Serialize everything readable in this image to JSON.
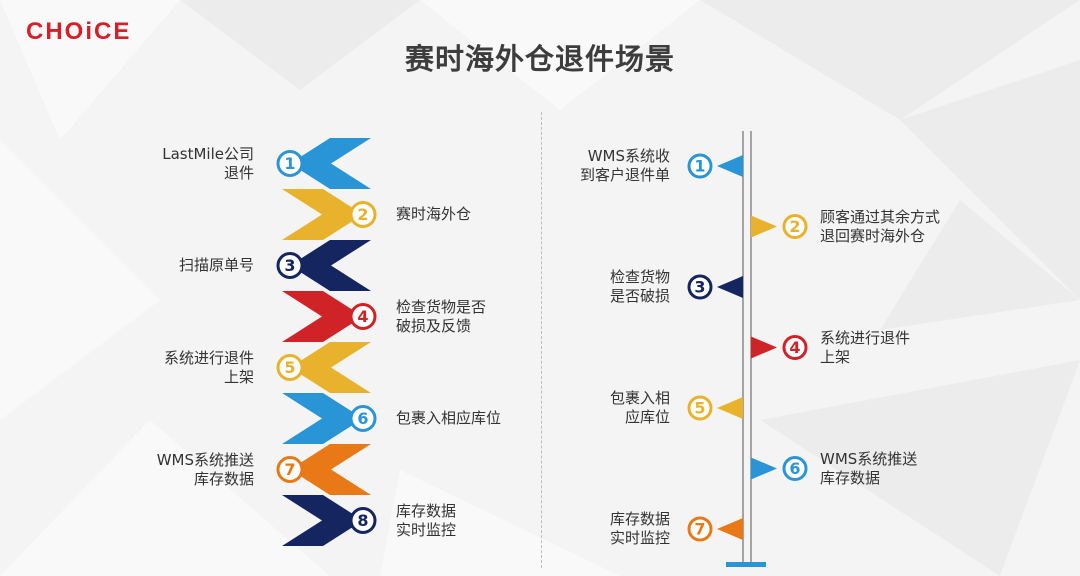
{
  "logo": "CHOiCE",
  "title": "赛时海外仓退件场景",
  "colors": {
    "blue": "#2a95d6",
    "yellow": "#e8b22c",
    "navy": "#142560",
    "red": "#d02327",
    "orange": "#e97816",
    "text": "#333333",
    "title": "#3d3d3d"
  },
  "zigzag": {
    "steps": [
      {
        "num": "1",
        "color": "blue",
        "lines": [
          "LastMile公司",
          "退件"
        ]
      },
      {
        "num": "2",
        "color": "yellow",
        "lines": [
          "赛时海外仓"
        ]
      },
      {
        "num": "3",
        "color": "navy",
        "lines": [
          "扫描原单号"
        ]
      },
      {
        "num": "4",
        "color": "red",
        "lines": [
          "检查货物是否",
          "破损及反馈"
        ]
      },
      {
        "num": "5",
        "color": "yellow",
        "lines": [
          "系统进行退件",
          "上架"
        ]
      },
      {
        "num": "6",
        "color": "blue",
        "lines": [
          "包裹入相应库位"
        ]
      },
      {
        "num": "7",
        "color": "orange",
        "lines": [
          "WMS系统推送",
          "库存数据"
        ]
      },
      {
        "num": "8",
        "color": "navy",
        "lines": [
          "库存数据",
          "实时监控"
        ]
      }
    ]
  },
  "timeline": {
    "steps": [
      {
        "num": "1",
        "color": "blue",
        "lines": [
          "WMS系统收",
          "到客户退件单"
        ]
      },
      {
        "num": "2",
        "color": "yellow",
        "lines": [
          "顾客通过其余方式",
          "退回赛时海外仓"
        ]
      },
      {
        "num": "3",
        "color": "navy",
        "lines": [
          "检查货物",
          "是否破损"
        ]
      },
      {
        "num": "4",
        "color": "red",
        "lines": [
          "系统进行退件",
          "上架"
        ]
      },
      {
        "num": "5",
        "color": "yellow",
        "lines": [
          "包裹入相",
          "应库位"
        ]
      },
      {
        "num": "6",
        "color": "blue",
        "lines": [
          "WMS系统推送",
          "库存数据"
        ]
      },
      {
        "num": "7",
        "color": "orange",
        "lines": [
          "库存数据",
          "实时监控"
        ]
      }
    ]
  }
}
